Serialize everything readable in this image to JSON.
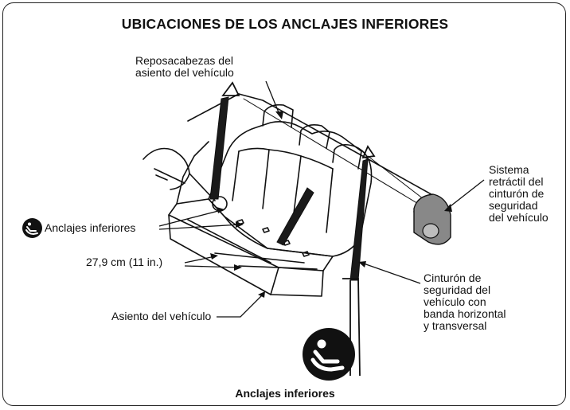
{
  "title": "UBICACIONES DE LOS ANCLAJES INFERIORES",
  "labels": {
    "headrest": "Reposacabezas del\nasiento del vehículo",
    "retractor": "Sistema\nretráctil del\ncinturón de\nseguridad\ndel vehículo",
    "lower_anchors": "Anclajes inferiores",
    "spacing": "27,9 cm (11 in.)",
    "belt": "Cinturón de\nseguridad del\nvehículo con\nbanda horizontal\ny transversal",
    "seat": "Asiento del vehículo"
  },
  "footer": "Anclajes inferiores",
  "icons": {
    "lower_anchor_badge": "child-seat-anchor-icon"
  }
}
